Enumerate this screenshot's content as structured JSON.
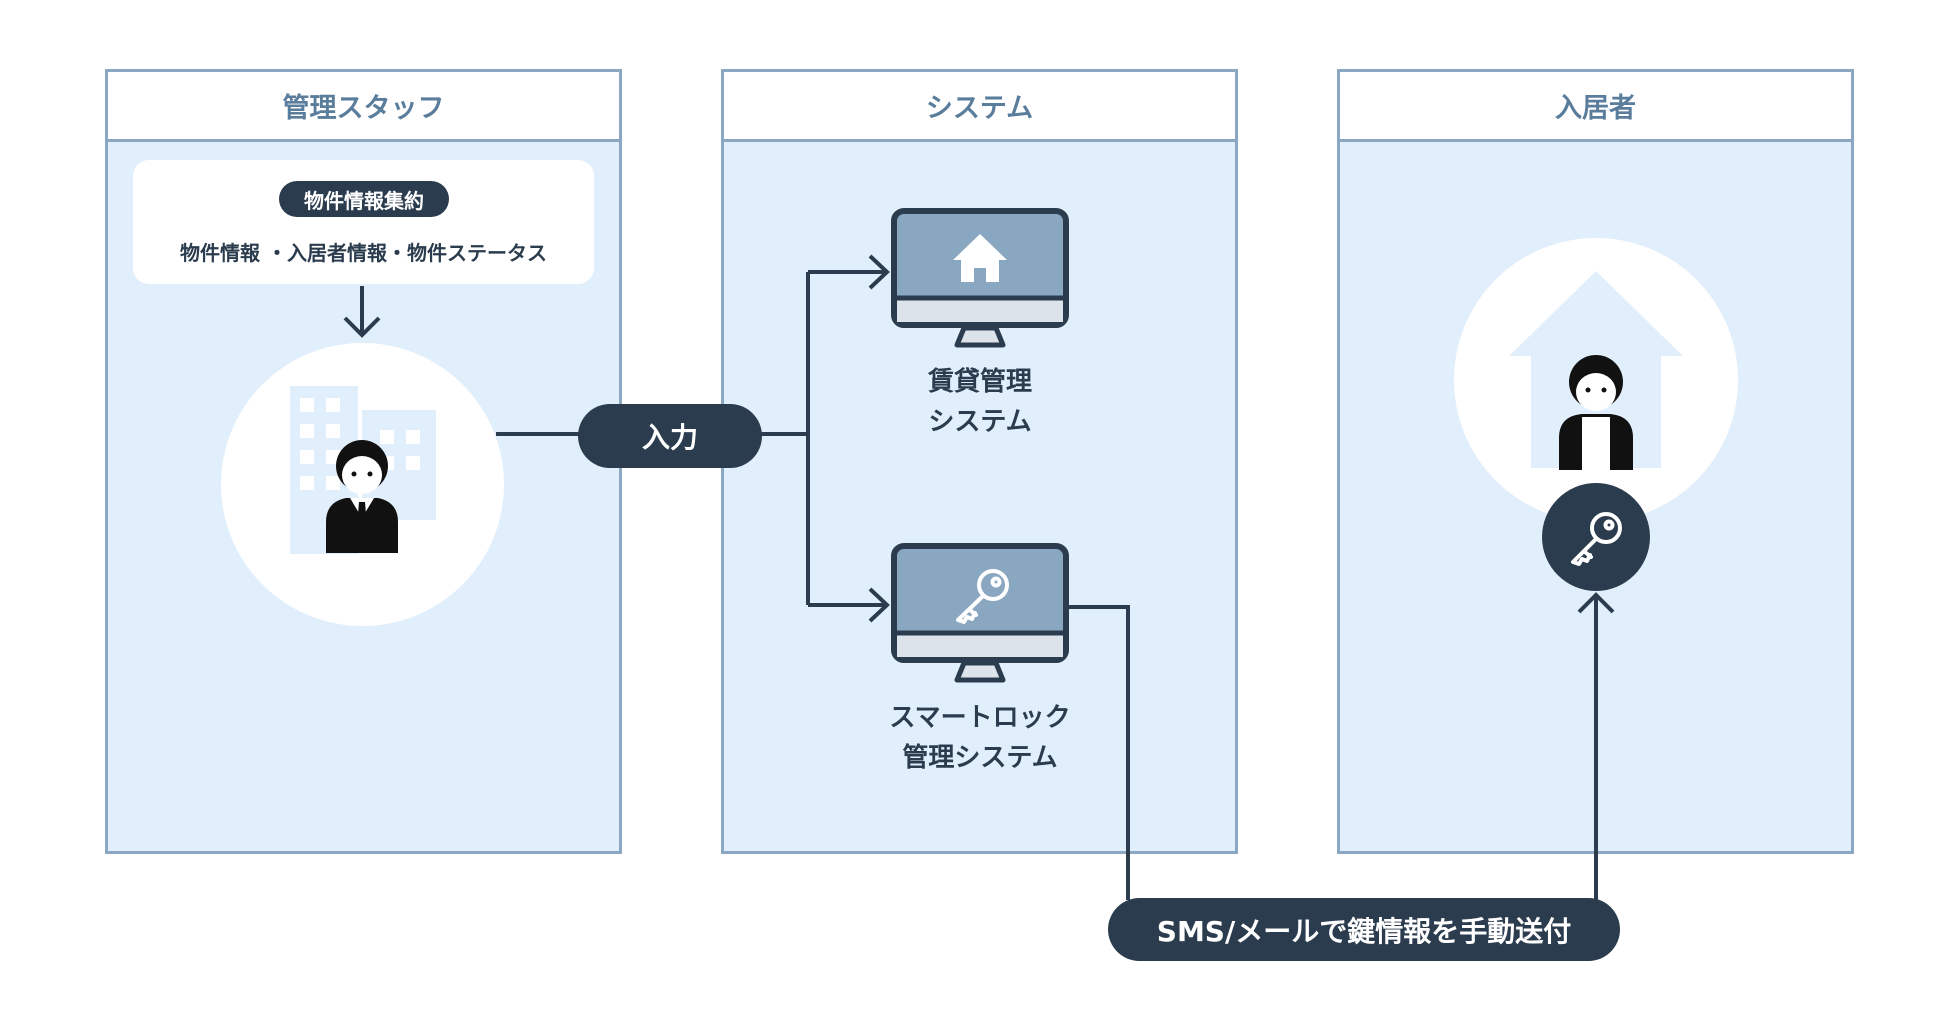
{
  "lanes": {
    "staff": {
      "title": "管理スタッフ"
    },
    "system": {
      "title": "システム"
    },
    "resident": {
      "title": "入居者"
    }
  },
  "staff_card": {
    "badge": "物件情報集約",
    "description": "物件情報 ・入居者情報・物件ステータス"
  },
  "connectors": {
    "input_label": "入力",
    "send_label": "SMS/メールで鍵情報を手動送付"
  },
  "systems": {
    "rental": {
      "line1": "賃貸管理",
      "line2": "システム"
    },
    "smartlock": {
      "line1": "スマートロック",
      "line2": "管理システム"
    }
  },
  "colors": {
    "dark_navy": "#2b3c4e",
    "lane_bg": "#e1effc",
    "lane_border": "#8ba7c2",
    "header_text": "#5a7d9c",
    "screen_fill": "#8aa7c1"
  },
  "icons": [
    "building-icon",
    "staff-person-icon",
    "home-icon",
    "key-icon",
    "monitor-icon",
    "house-outline-icon",
    "resident-person-icon"
  ]
}
